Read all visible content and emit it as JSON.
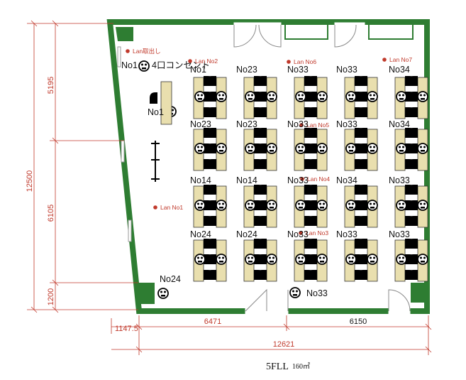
{
  "floor": {
    "caption": "5FLL",
    "area": "160㎡",
    "outlet_label": "4口コンセント"
  },
  "dimensions": {
    "v_total": "12500",
    "v_top": "5195",
    "v_mid": "6105",
    "v_bottom": "1200",
    "h_left": "1147.5",
    "h_mid": "6471",
    "h_right": "6150",
    "h_total": "12621"
  },
  "lan_points": [
    {
      "label": "Lan取出し"
    },
    {
      "label": "Lan No2"
    },
    {
      "label": "Lan No6"
    },
    {
      "label": "Lan No7"
    },
    {
      "label": "Lan No5"
    },
    {
      "label": "Lan No4"
    },
    {
      "label": "Lan No1"
    },
    {
      "label": "Lan No3"
    }
  ],
  "desk_labels": {
    "row1": [
      "No1",
      "No23",
      "No33",
      "No33",
      "No34"
    ],
    "row2": [
      "No23",
      "No23",
      "No33",
      "No33",
      "No34"
    ],
    "row3": [
      "No14",
      "No14",
      "No33",
      "No34",
      "No33"
    ],
    "row4": [
      "No24",
      "No24",
      "No33",
      "No33",
      "No33"
    ]
  },
  "devices": [
    {
      "label": "No1"
    },
    {
      "label": "No1"
    },
    {
      "label": "No24"
    },
    {
      "label": "No33"
    }
  ],
  "colors": {
    "wall": "#2e7d32",
    "desk": "#e9dfae",
    "chair": "#000000",
    "dimension": "#c0392b",
    "lan_dot": "#c0392b"
  }
}
